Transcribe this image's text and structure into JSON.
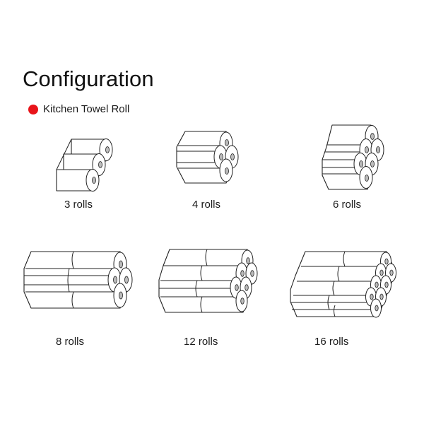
{
  "title": "Configuration",
  "legend": {
    "label": "Kitchen Towel Roll",
    "color": "#e8141a"
  },
  "configurations": [
    {
      "label": "3 rolls",
      "count": 3
    },
    {
      "label": "4 rolls",
      "count": 4
    },
    {
      "label": "6 rolls",
      "count": 6
    },
    {
      "label": "8 rolls",
      "count": 8
    },
    {
      "label": "12 rolls",
      "count": 12
    },
    {
      "label": "16 rolls",
      "count": 16
    }
  ],
  "colors": {
    "outline": "#222222",
    "background": "#ffffff",
    "text": "#1a1a1a"
  }
}
